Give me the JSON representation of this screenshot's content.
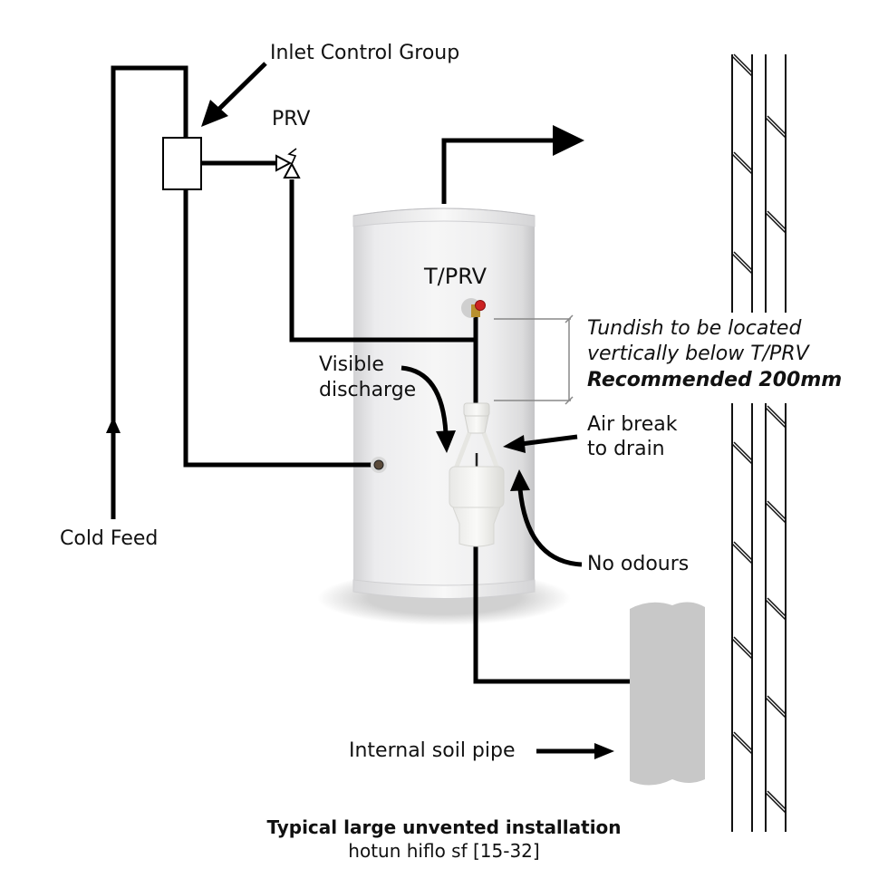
{
  "diagram": {
    "title": "Typical large unvented installation",
    "subtitle": "hotun hiflo sf [15-32]",
    "labels": {
      "inlet_control_group": "Inlet Control Group",
      "prv": "PRV",
      "tprv": "T/PRV",
      "tundish_line1": "Tundish to be located",
      "tundish_line2": "vertically below T/PRV",
      "tundish_line3": "Recommended 200mm",
      "visible_discharge_line1": "Visible",
      "visible_discharge_line2": "discharge",
      "air_break_line1": "Air break",
      "air_break_line2": "to drain",
      "no_odours": "No odours",
      "cold_feed": "Cold Feed",
      "internal_soil_pipe": "Internal soil pipe"
    },
    "components": [
      {
        "name": "cold-feed-pipe",
        "description": "Cold water supply rising to inlet control group"
      },
      {
        "name": "inlet-control-group",
        "description": "Inlet control group box"
      },
      {
        "name": "prv-valve",
        "description": "Pressure relief valve"
      },
      {
        "name": "hot-water-cylinder",
        "description": "Unvented hot water cylinder"
      },
      {
        "name": "tprv-valve",
        "description": "Temperature/pressure relief valve"
      },
      {
        "name": "tundish",
        "description": "Tundish with air break"
      },
      {
        "name": "soil-pipe",
        "description": "Internal soil pipe"
      },
      {
        "name": "wall",
        "description": "Cavity wall section"
      }
    ],
    "colors": {
      "line": "#000000",
      "cylinder": "#ececec",
      "soil_pipe": "#c8c8c8",
      "tprv_cap": "#cc2222"
    }
  }
}
